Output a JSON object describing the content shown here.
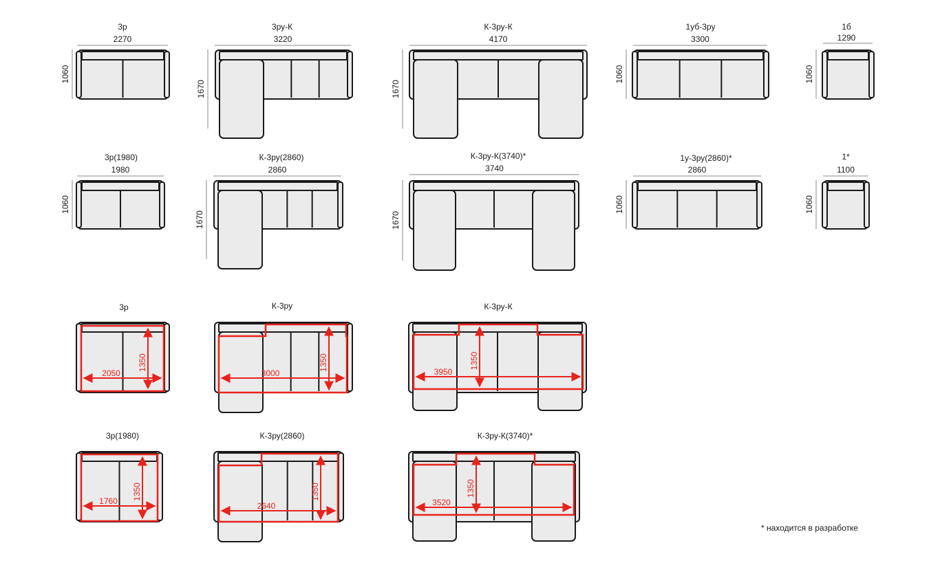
{
  "colors": {
    "outline": "#1a1a1a",
    "fill": "#ebebeb",
    "red": "#e8231d",
    "dim": "#888888"
  },
  "models": [
    {
      "label": "3р",
      "width": "2270",
      "depth": "1060"
    },
    {
      "label": "3ру-К",
      "width": "3220",
      "depth": "1670"
    },
    {
      "label": "К-3ру-К",
      "width": "4170",
      "depth": "1670"
    },
    {
      "label": "1уб-3ру",
      "width": "3300",
      "depth": "1060"
    },
    {
      "label": "1б",
      "width": "1290",
      "depth": "1060"
    },
    {
      "label": "3р(1980)",
      "width": "1980",
      "depth": "1060"
    },
    {
      "label": "К-3ру(2860)",
      "width": "2860",
      "depth": "1670"
    },
    {
      "label": "К-3ру-К(3740)*",
      "width": "3740",
      "depth": "1670"
    },
    {
      "label": "1у-3ру(2860)*",
      "width": "2860",
      "depth": "1060"
    },
    {
      "label": "1*",
      "width": "1100",
      "depth": "1060"
    }
  ],
  "beds": [
    {
      "label": "3р",
      "length": "2050",
      "width": "1350"
    },
    {
      "label": "К-3ру",
      "length": "3000",
      "width": "1350"
    },
    {
      "label": "К-3ру-К",
      "length": "3950",
      "width": "1350"
    },
    {
      "label": "3р(1980)",
      "length": "1760",
      "width": "1350"
    },
    {
      "label": "К-3ру(2860)",
      "length": "2640",
      "width": "1350"
    },
    {
      "label": "К-3ру-К(3740)*",
      "length": "3520",
      "width": "1350"
    }
  ],
  "footnote": "* находится в разработке"
}
